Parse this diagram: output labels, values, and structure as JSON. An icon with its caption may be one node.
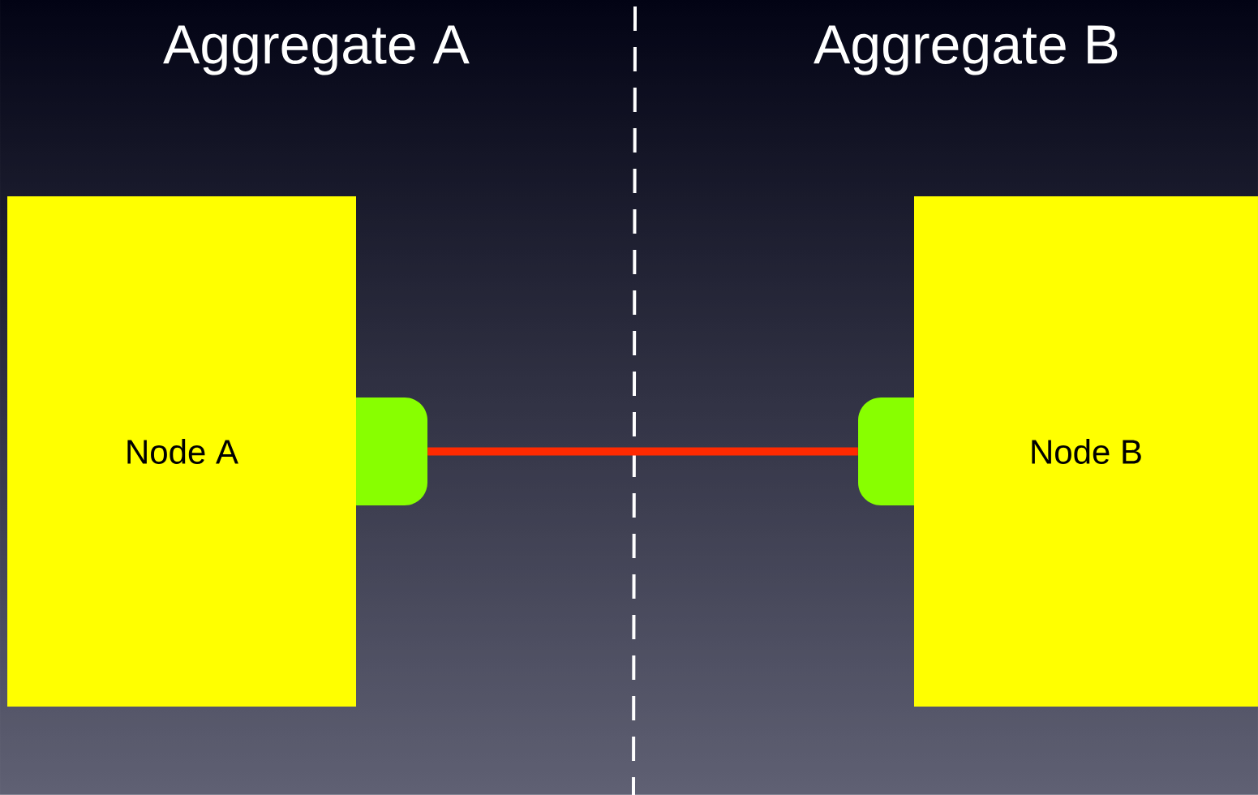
{
  "diagram": {
    "nodes": [
      {
        "text": [
          "Node A"
        ]
      },
      {
        "text": [],
        "shape": "box"
      },
      {
        "text": [],
        "shape": "box"
      },
      {
        "text": [
          "Node B"
        ]
      }
    ],
    "edges": [
      {
        "from": 1,
        "to": 2,
        "arrow": "none"
      }
    ],
    "labels": [
      "Aggregate A",
      "Aggregate B"
    ]
  }
}
